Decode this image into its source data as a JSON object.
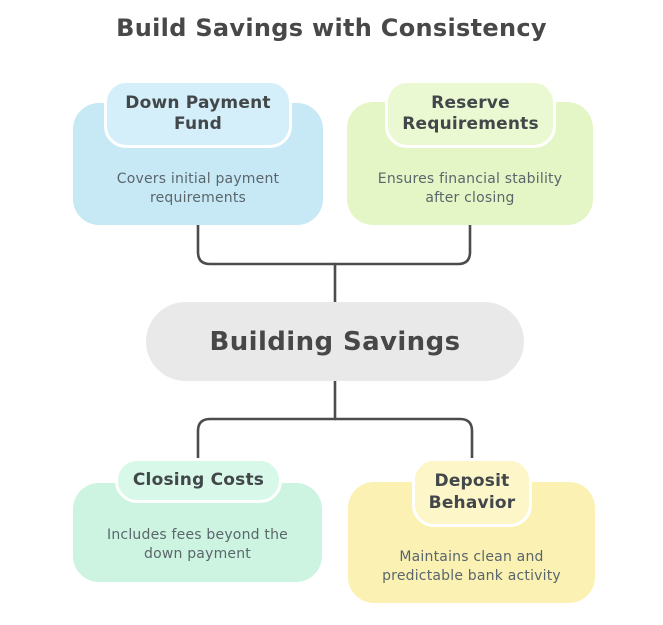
{
  "title": "Build Savings with Consistency",
  "center": {
    "label": "Building Savings",
    "bg": "#e9e9e9"
  },
  "nodes": [
    {
      "id": "down-payment-fund",
      "title": "Down Payment Fund",
      "description": "Covers initial payment requirements",
      "bg": "#c7e9f6",
      "header_bg": "#d4eefa"
    },
    {
      "id": "reserve-requirements",
      "title": "Reserve Requirements",
      "description": "Ensures financial stability after closing",
      "bg": "#e4f6c5",
      "header_bg": "#ebf9d3"
    },
    {
      "id": "closing-costs",
      "title": "Closing Costs",
      "description": "Includes fees beyond the down payment",
      "bg": "#cdf4e0",
      "header_bg": "#d8f8e9"
    },
    {
      "id": "deposit-behavior",
      "title": "Deposit Behavior",
      "description": "Maintains clean and predictable bank activity",
      "bg": "#faf1b3",
      "header_bg": "#fcf6c9"
    }
  ],
  "colors": {
    "connector": "#4c4c4c",
    "title_text": "#484848",
    "header_text": "#42474a",
    "body_text": "#5a666c"
  }
}
